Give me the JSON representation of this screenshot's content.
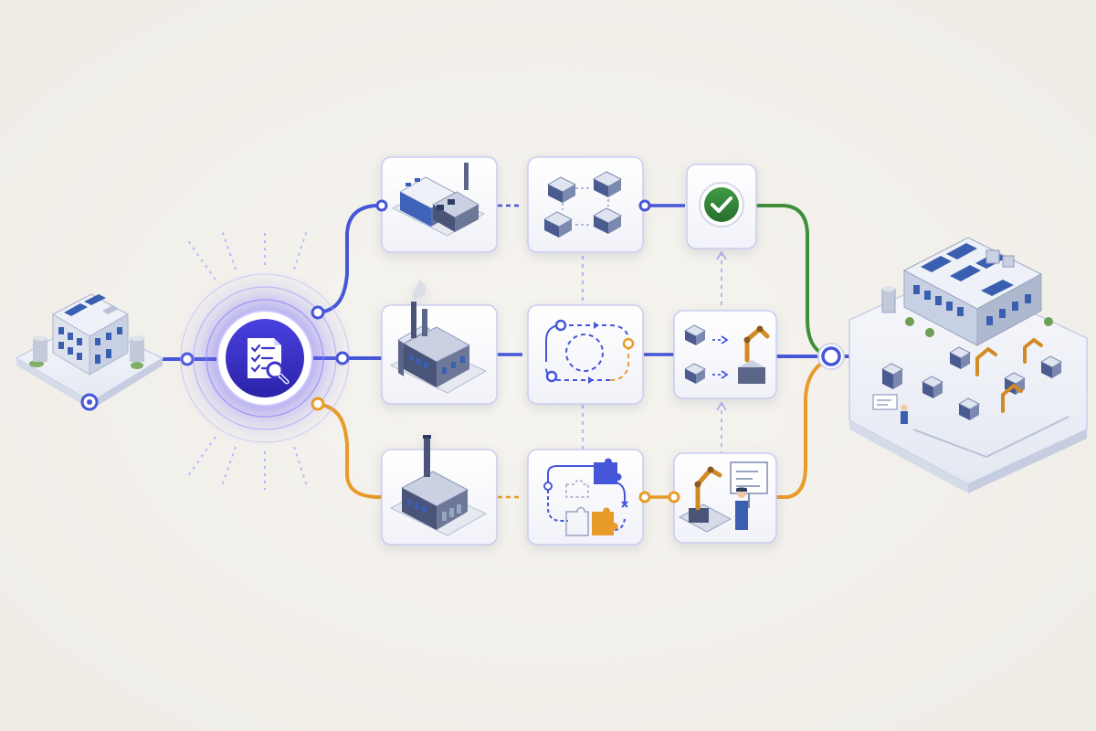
{
  "diagram": {
    "colors": {
      "background": "#f1efea",
      "primary_path": "#4656d8",
      "secondary_path": "#e89a2b",
      "success_path": "#3e8f3a",
      "dashed_link": "#b8b6ee",
      "hub": "#3b32c8",
      "hub_glow": "#7b6cff",
      "card_fill": "#fbfbfd",
      "card_stroke": "#c9cdf0",
      "building_roof": "#e8ecf4",
      "building_wall": "#cdd6e6",
      "building_dark": "#4a5378",
      "window": "#3a5fb0",
      "success_badge": "#2f7d35"
    },
    "nodes": {
      "source": {
        "icon": "office-building-icon"
      },
      "hub": {
        "icon": "checklist-magnifier-icon"
      },
      "top_row": [
        "factory-small-icon",
        "modular-units-icon",
        "check-circle-icon"
      ],
      "middle_row": [
        "factory-smokestack-icon",
        "cycle-flow-icon",
        "machine-to-robot-arm-icon"
      ],
      "bottom_row": [
        "factory-chimney-icon",
        "puzzle-workflow-icon",
        "robot-operator-dashboard-icon"
      ],
      "target": {
        "icon": "smart-factory-campus-icon"
      }
    },
    "paths": {
      "top": {
        "style": "solid",
        "color_key": "primary_path"
      },
      "middle": {
        "style": "solid",
        "color_key": "primary_path"
      },
      "bottom": {
        "style": "solid",
        "color_key": "secondary_path"
      },
      "top_exit": {
        "style": "solid",
        "color_key": "success_path"
      }
    }
  }
}
